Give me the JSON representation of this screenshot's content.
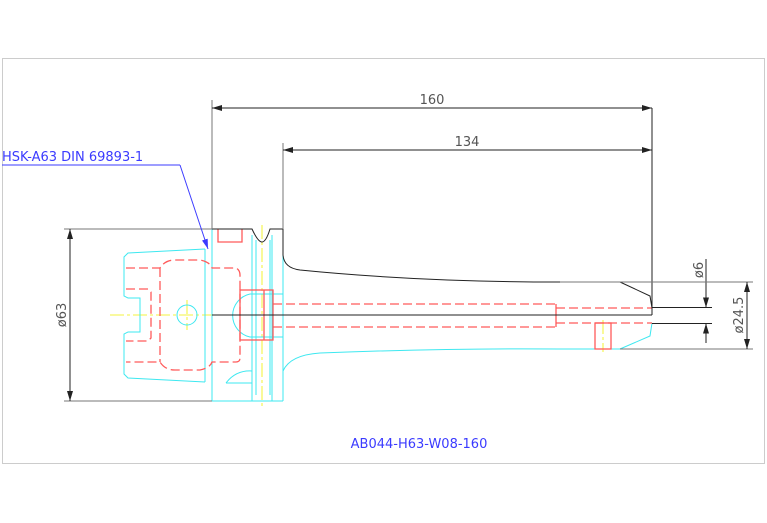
{
  "drawing": {
    "dimensions": {
      "overall_length": "160",
      "gauge_length": "134",
      "flange_diameter": "ø63",
      "bore_diameter": "ø6",
      "nose_diameter": "ø24.5"
    },
    "leader_label": "HSK-A63 DIN 69893-1",
    "part_number": "AB044-H63-W08-160",
    "colors": {
      "outline": "#222222",
      "hidden": "#ff5a5a",
      "visible": "#3ee8f0",
      "center": "#f0f000",
      "annotation": "#3b3bff"
    }
  }
}
